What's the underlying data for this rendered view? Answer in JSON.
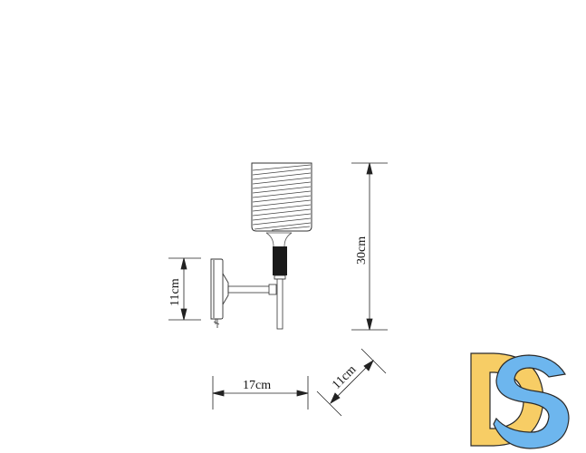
{
  "diagram": {
    "type": "technical-dimension-drawing",
    "subject": "wall sconce lamp",
    "dimensions": {
      "height": "30cm",
      "backplate_height": "11cm",
      "width": "17cm",
      "depth": "11cm"
    }
  },
  "logo": {
    "text": "DS",
    "colors": {
      "d": "#F7CD65",
      "s": "#6DB6EE",
      "outline": "#2a2a2a"
    }
  },
  "colors": {
    "line": "#222222",
    "background": "#ffffff",
    "socket": "#1a1a1a"
  }
}
